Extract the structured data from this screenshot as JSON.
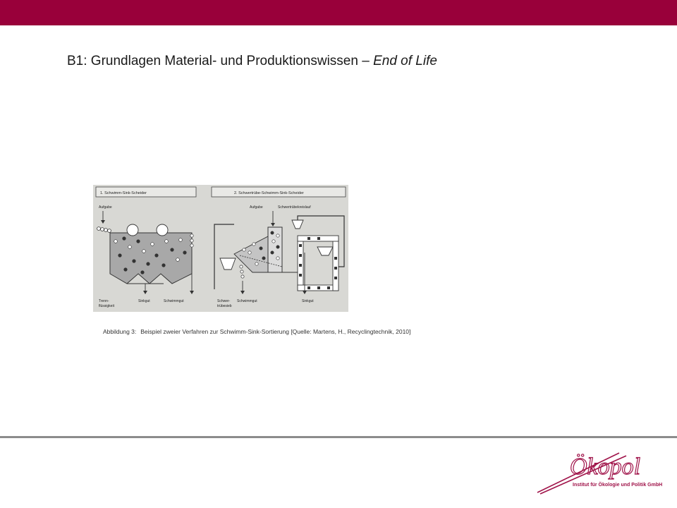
{
  "slide": {
    "title_main": "B1: Grundlagen Material- und Produktionswissen – ",
    "title_italic": "End of Life"
  },
  "figure": {
    "panel1_heading": "1. Schwimm-Sink-Scheider",
    "panel2_heading": "2. Schwertrübe-Schwimm-Sink-Scheider",
    "labels": {
      "aufgabe_1": "Aufgabe",
      "aufgabe_2": "Aufgabe",
      "schwertruebekreislauf": "Schwertrübekreislauf",
      "trennfluessigkeit_1": "Trenn-",
      "trennfluessigkeit_2": "flüssigkeit",
      "sinkgut_1": "Sinkgut",
      "schwimmgut_1": "Schwimmgut",
      "schwertruebesieb_1": "Schwer-",
      "schwertruebesieb_2": "trübesieb",
      "schwimmgut_2": "Schwimmgut",
      "sinkgut_2": "Sinkgut"
    },
    "caption_number": "Abbildung 3:",
    "caption_text": "Beispiel zweier Verfahren zur Schwimm-Sink-Sortierung [Quelle: Martens, H., Recyclingtechnik, 2010]"
  },
  "logo": {
    "wordmark": "Ökopol",
    "subtitle": "Institut für Ökologie und Politik GmbH",
    "color": "#a0144a"
  },
  "colors": {
    "brand_bar": "#99003a",
    "divider": "#8c8c8c"
  }
}
